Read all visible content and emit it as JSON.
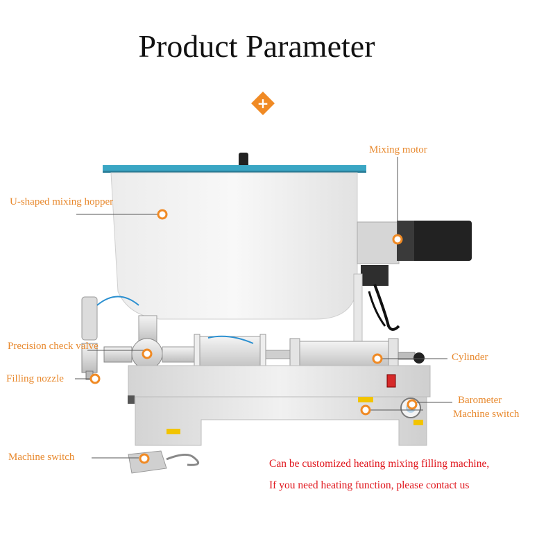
{
  "header": {
    "title": "Product Parameter"
  },
  "labels": {
    "hopper": "U-shaped mixing hopper",
    "motor": "Mixing motor",
    "check_valve": "Precision check valve",
    "nozzle": "Filling nozzle",
    "cylinder": "Cylinder",
    "barometer": "Barometer",
    "machine_switch_panel": "Machine switch",
    "machine_switch_foot": "Machine switch"
  },
  "notes": {
    "line1": "Can be customized heating mixing filling machine,",
    "line2": "If you need heating function, please contact us"
  },
  "colors": {
    "accent": "#f08a24",
    "label": "#e8892e",
    "note": "#e0141b",
    "lid": "#3aa6c4"
  }
}
